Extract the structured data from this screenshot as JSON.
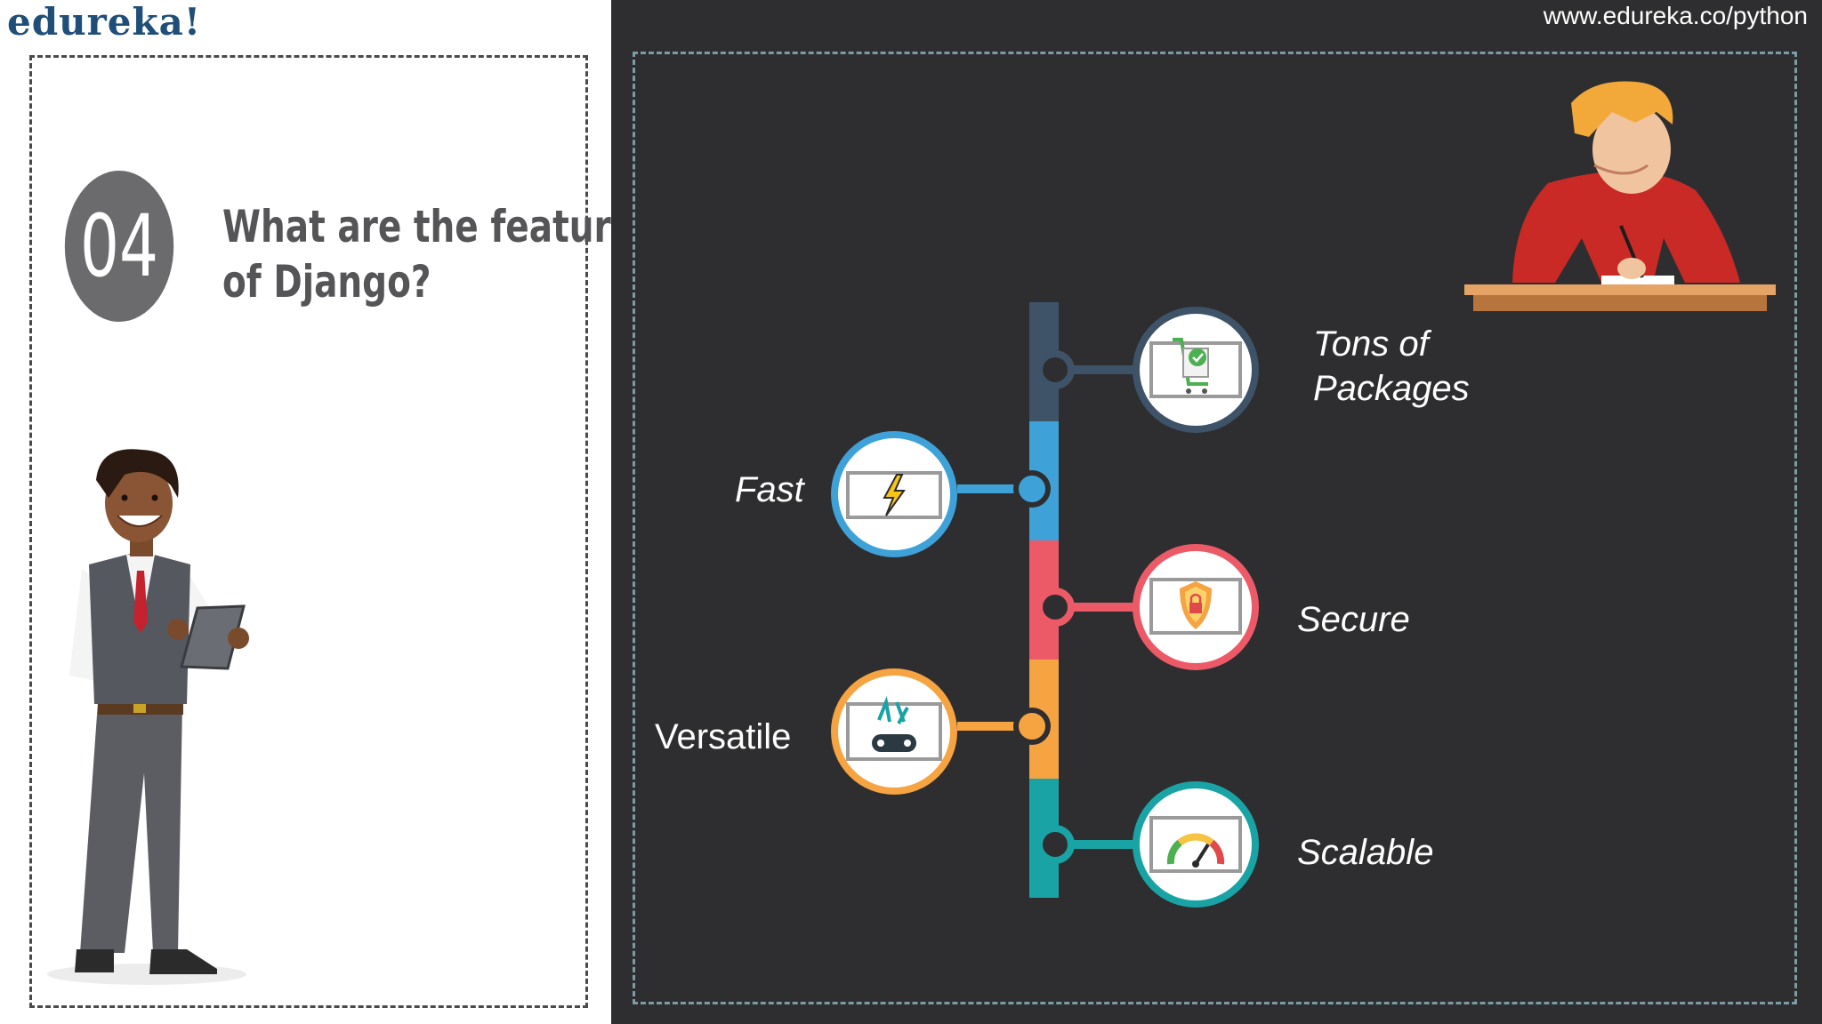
{
  "brand": {
    "logo": "edureka!",
    "url": "www.edureka.co/python"
  },
  "section": {
    "number": "04",
    "title_line1": "What are the features",
    "title_line2": "of Django?"
  },
  "features": [
    {
      "label_line1": "Tons of",
      "label_line2": "Packages",
      "icon": "shopping-cart-check-icon",
      "color": "#3e5368"
    },
    {
      "label_line1": "Fast",
      "label_line2": "",
      "icon": "lightning-icon",
      "color": "#3ea2d9"
    },
    {
      "label_line1": "Secure",
      "label_line2": "",
      "icon": "shield-lock-icon",
      "color": "#ec5a67"
    },
    {
      "label_line1": "Versatile",
      "label_line2": "",
      "icon": "tools-icon",
      "color": "#f6a342"
    },
    {
      "label_line1": "Scalable",
      "label_line2": "",
      "icon": "speedometer-icon",
      "color": "#1aa3a5"
    }
  ],
  "colors": {
    "dark_panel": "#2e2e30",
    "number_circle": "#6b6b6e",
    "logo": "#1f4e79"
  }
}
